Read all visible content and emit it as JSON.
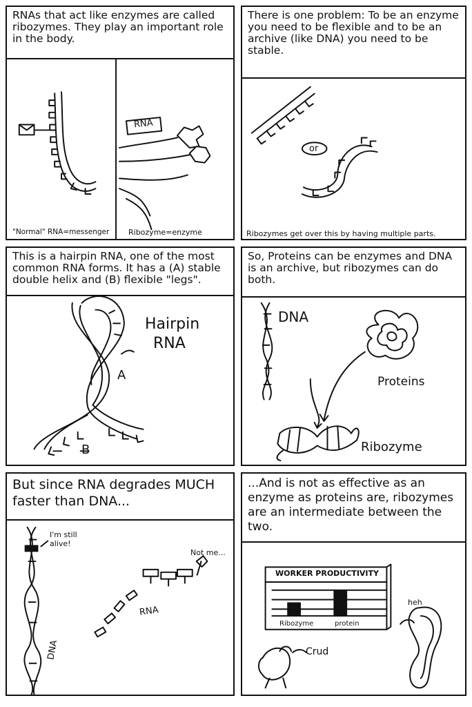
{
  "panels": [
    {
      "caption": "RNAs that act like enzymes are called ribozymes. They play an important role in the body.",
      "labels": {
        "rna_tag": "RNA",
        "left_caption": "\"Normal\" RNA=messenger",
        "right_caption": "Ribozyme=enzyme"
      }
    },
    {
      "caption": "There is one problem: To be an enzyme you need to be flexible and to be an archive (like DNA) you need to be stable.",
      "labels": {
        "or": "or",
        "footer": "Ribozymes get over this by having multiple parts."
      }
    },
    {
      "caption": "This is a hairpin RNA, one of the most common RNA forms. It has a (A) stable double helix and (B) flexible \"legs\".",
      "labels": {
        "title_line1": "Hairpin",
        "title_line2": "RNA",
        "a": "A",
        "b": "B"
      }
    },
    {
      "caption": "So, Proteins can be enzymes and DNA is an archive, but ribozymes can do both.",
      "labels": {
        "dna": "DNA",
        "proteins": "Proteins",
        "ribozyme": "Ribozyme"
      }
    },
    {
      "caption": "But since RNA degrades MUCH faster than DNA...",
      "labels": {
        "still_alive": "I'm still alive!",
        "not_me": "Not me...",
        "rna": "RNA",
        "dna": "DNA"
      }
    },
    {
      "caption": "...And is not as effective as an enzyme as proteins are, ribozymes are an intermediate between the two.",
      "labels": {
        "chart_title": "WORKER PRODUCTIVITY",
        "bar1": "Ribozyme",
        "bar2": "protein",
        "heh": "heh",
        "crud": "Crud"
      }
    }
  ]
}
